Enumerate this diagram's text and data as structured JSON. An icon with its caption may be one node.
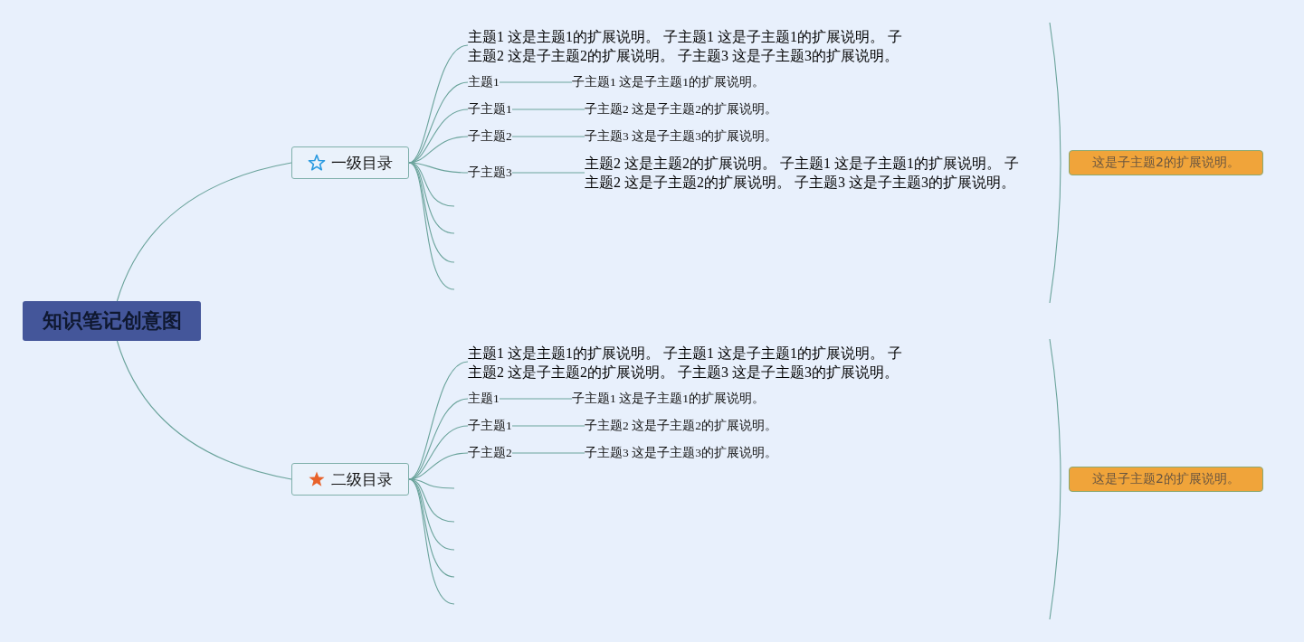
{
  "diagram": {
    "nodes": [
      {
        "text": [
          "知识笔记创意图"
        ]
      },
      {
        "text": [
          "一级目录"
        ]
      },
      {
        "text": [
          "主题1 这是主题1的扩展说明。 子主题1 这是子主题1的扩展说明。 子主题2 这是子主题2的扩展说明。 子主题3 这是子主题3的扩展说明。"
        ]
      },
      {
        "text": [
          "主题1"
        ]
      },
      {
        "text": [
          "子主题1 这是子主题1的扩展说明。"
        ]
      },
      {
        "text": [
          "子主题1"
        ]
      },
      {
        "text": [
          "子主题2 这是子主题2的扩展说明。"
        ]
      },
      {
        "text": [
          "子主题2"
        ]
      },
      {
        "text": [
          "子主题3 这是子主题3的扩展说明。"
        ]
      },
      {
        "text": [
          "子主题3"
        ]
      },
      {
        "text": [
          "主题2 这是主题2的扩展说明。 子主题1 这是子主题1的扩展说明。 子主题2 这是子主题2的扩展说明。 子主题3 这是子主题3的扩展说明。"
        ]
      },
      {
        "text": [
          "这是子主题2的扩展说明。"
        ]
      },
      {
        "text": [
          "二级目录"
        ]
      },
      {
        "text": [
          "主题1 这是主题1的扩展说明。 子主题1 这是子主题1的扩展说明。 子主题2 这是子主题2的扩展说明。 子主题3 这是子主题3的扩展说明。"
        ]
      },
      {
        "text": [
          "主题1"
        ]
      },
      {
        "text": [
          "子主题1 这是子主题1的扩展说明。"
        ]
      },
      {
        "text": [
          "子主题1"
        ]
      },
      {
        "text": [
          "子主题2 这是子主题2的扩展说明。"
        ]
      },
      {
        "text": [
          "子主题2"
        ]
      },
      {
        "text": [
          "子主题3 这是子主题3的扩展说明。"
        ]
      },
      {
        "text": [
          "这是子主题2的扩展说明。"
        ]
      }
    ],
    "edges": [
      {
        "from": 0,
        "to": 1,
        "arrow": "none"
      },
      {
        "from": 1,
        "to": 2,
        "arrow": "none"
      },
      {
        "from": 1,
        "to": 3,
        "arrow": "none"
      },
      {
        "from": 1,
        "to": 5,
        "arrow": "none"
      },
      {
        "from": 1,
        "to": 7,
        "arrow": "none"
      },
      {
        "from": 1,
        "to": 9,
        "arrow": "none"
      },
      {
        "from": 1,
        "to": null,
        "arrow": "none"
      },
      {
        "from": 1,
        "to": null,
        "arrow": "none"
      },
      {
        "from": 1,
        "to": null,
        "arrow": "none"
      },
      {
        "from": 1,
        "to": null,
        "arrow": "none"
      },
      {
        "from": 3,
        "to": 4,
        "arrow": "none"
      },
      {
        "from": 5,
        "to": 6,
        "arrow": "none"
      },
      {
        "from": 7,
        "to": 8,
        "arrow": "none"
      },
      {
        "from": 9,
        "to": 10,
        "arrow": "none"
      },
      {
        "from": 0,
        "to": 12,
        "arrow": "none"
      },
      {
        "from": 12,
        "to": 13,
        "arrow": "none"
      },
      {
        "from": 12,
        "to": 14,
        "arrow": "none"
      },
      {
        "from": 12,
        "to": 16,
        "arrow": "none"
      },
      {
        "from": 12,
        "to": 18,
        "arrow": "none"
      },
      {
        "from": 12,
        "to": null,
        "arrow": "none"
      },
      {
        "from": 12,
        "to": null,
        "arrow": "none"
      },
      {
        "from": 12,
        "to": null,
        "arrow": "none"
      },
      {
        "from": 12,
        "to": null,
        "arrow": "none"
      },
      {
        "from": 12,
        "to": null,
        "arrow": "none"
      },
      {
        "from": 14,
        "to": 15,
        "arrow": "none"
      },
      {
        "from": 16,
        "to": 17,
        "arrow": "none"
      },
      {
        "from": 18,
        "to": 19,
        "arrow": "none"
      }
    ]
  }
}
